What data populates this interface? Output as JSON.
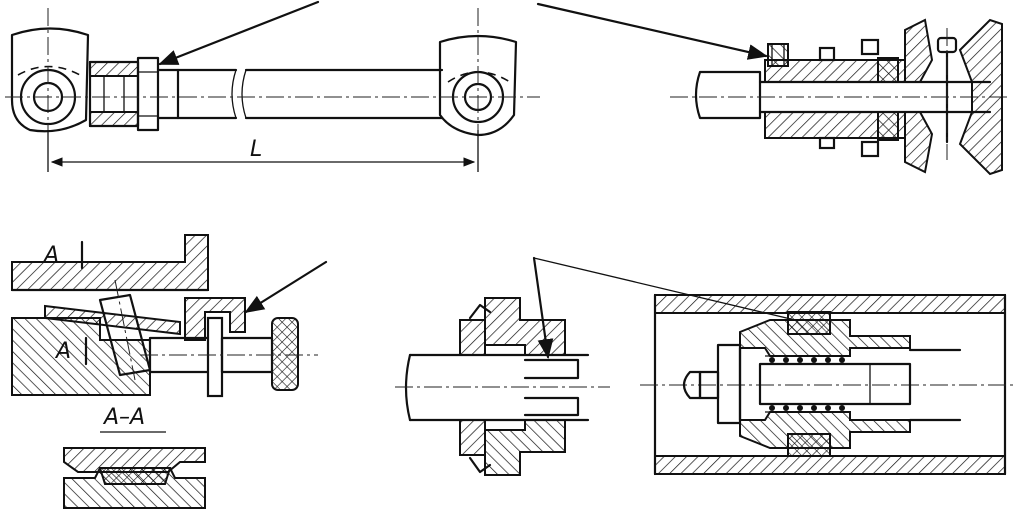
{
  "labels": {
    "dimension_length": "L",
    "section_mark_top": "A",
    "section_mark_bottom": "A",
    "section_title": "A–A"
  }
}
